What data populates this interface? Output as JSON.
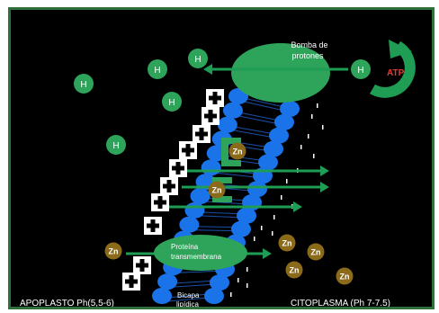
{
  "diagram": {
    "pump_label_line1": "Bomba de",
    "pump_label_line2": "protones",
    "atp_label": "ATP",
    "hydrogen_label": "H",
    "zinc_label": "Zn",
    "plus_sign": "+",
    "protein_label_line1": "Proteína",
    "protein_label_line2": "transmembrana",
    "bilayer_label_line1": "Bicapa",
    "bilayer_label_line2": "lipídica",
    "apoplast_label": "APOPLASTO Ph(5,5-6)",
    "cytoplasm_label": "CITOPLASMA (Ph 7-7.5)"
  },
  "colors": {
    "background": "#000000",
    "frame": "#2f6f3c",
    "membrane_blue": "#1a73e8",
    "hydrogen_green": "#2ea35a",
    "pump_green": "#2ea35a",
    "arrow_green": "#1f9d55",
    "zinc_brown": "#8b6a1a",
    "atp_red": "#e53935"
  }
}
